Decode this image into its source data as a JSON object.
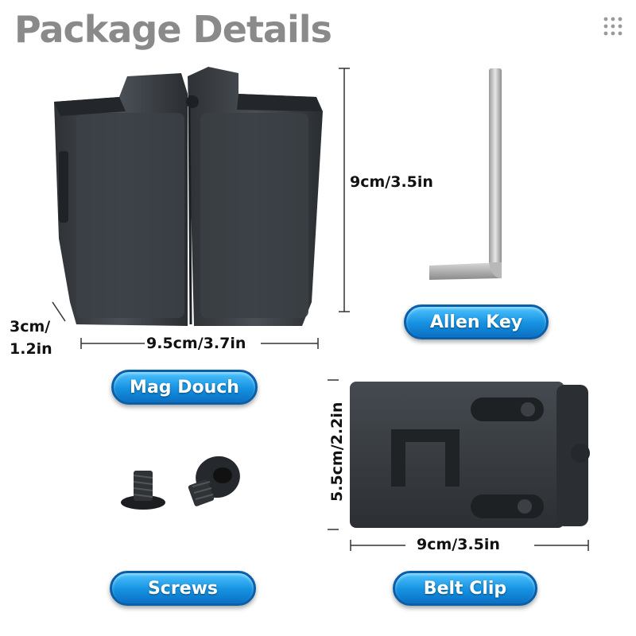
{
  "title": "Package Details",
  "icons": {
    "menu": "grid-dots-icon"
  },
  "items": {
    "mag_pouch": {
      "label": "Mag Douch",
      "height": "9cm/3.5in",
      "width": "9.5cm/3.7in",
      "depth_line1": "3cm/",
      "depth_line2": "1.2in"
    },
    "allen_key": {
      "label": "Allen Key"
    },
    "screws": {
      "label": "Screws"
    },
    "belt_clip": {
      "label": "Belt Clip",
      "height": "5.5cm/2.2in",
      "width": "9cm/3.5in"
    }
  },
  "colors": {
    "title": "#8a8a8a",
    "pill_top": "#4fc3ff",
    "pill_bottom": "#0b6fc4",
    "product": "#3b3f44"
  }
}
